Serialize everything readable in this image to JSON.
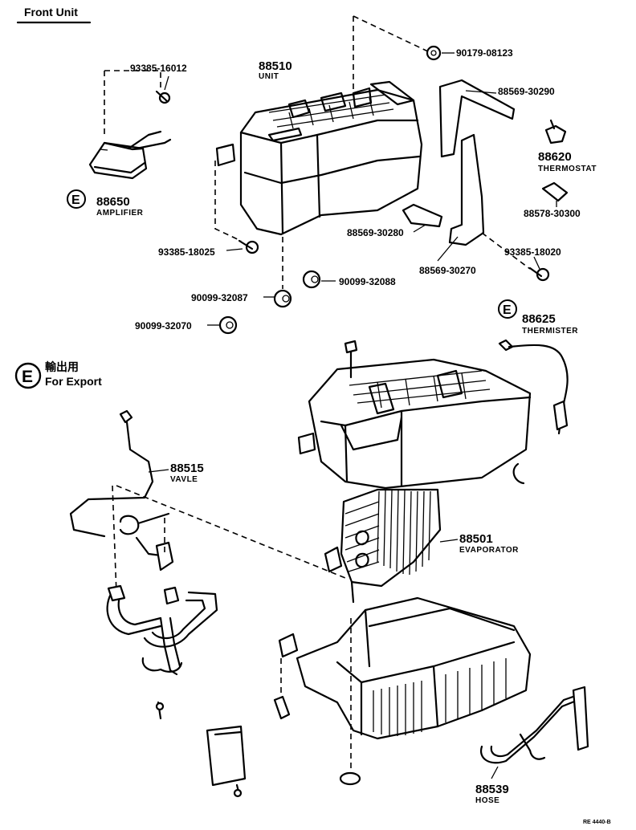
{
  "title": "Front Unit",
  "export_note": {
    "jp": "輸出用",
    "en": "For Export"
  },
  "markers": {
    "export": "E"
  },
  "parts": [
    {
      "id": "p1",
      "number": "90179-08123",
      "caption": ""
    },
    {
      "id": "p2",
      "number": "93385-16012",
      "caption": ""
    },
    {
      "id": "p3",
      "number": "88510",
      "caption": "UNIT"
    },
    {
      "id": "p4",
      "number": "88569-30290",
      "caption": ""
    },
    {
      "id": "p5",
      "number": "88620",
      "caption": "THERMOSTAT"
    },
    {
      "id": "p6",
      "number": "88650",
      "caption": "AMPLIFIER"
    },
    {
      "id": "p7",
      "number": "88578-30300",
      "caption": ""
    },
    {
      "id": "p8",
      "number": "88569-30280",
      "caption": ""
    },
    {
      "id": "p9",
      "number": "93385-18025",
      "caption": ""
    },
    {
      "id": "p10",
      "number": "93385-18020",
      "caption": ""
    },
    {
      "id": "p11",
      "number": "88569-30270",
      "caption": ""
    },
    {
      "id": "p12",
      "number": "90099-32088",
      "caption": ""
    },
    {
      "id": "p13",
      "number": "90099-32087",
      "caption": ""
    },
    {
      "id": "p14",
      "number": "90099-32070",
      "caption": ""
    },
    {
      "id": "p15",
      "number": "88625",
      "caption": "THERMISTER"
    },
    {
      "id": "p16",
      "number": "88515",
      "caption": "VAVLE"
    },
    {
      "id": "p17",
      "number": "88501",
      "caption": "EVAPORATOR"
    },
    {
      "id": "p18",
      "number": "88539",
      "caption": "HOSE"
    }
  ],
  "footer_code": "RE 4440-B"
}
